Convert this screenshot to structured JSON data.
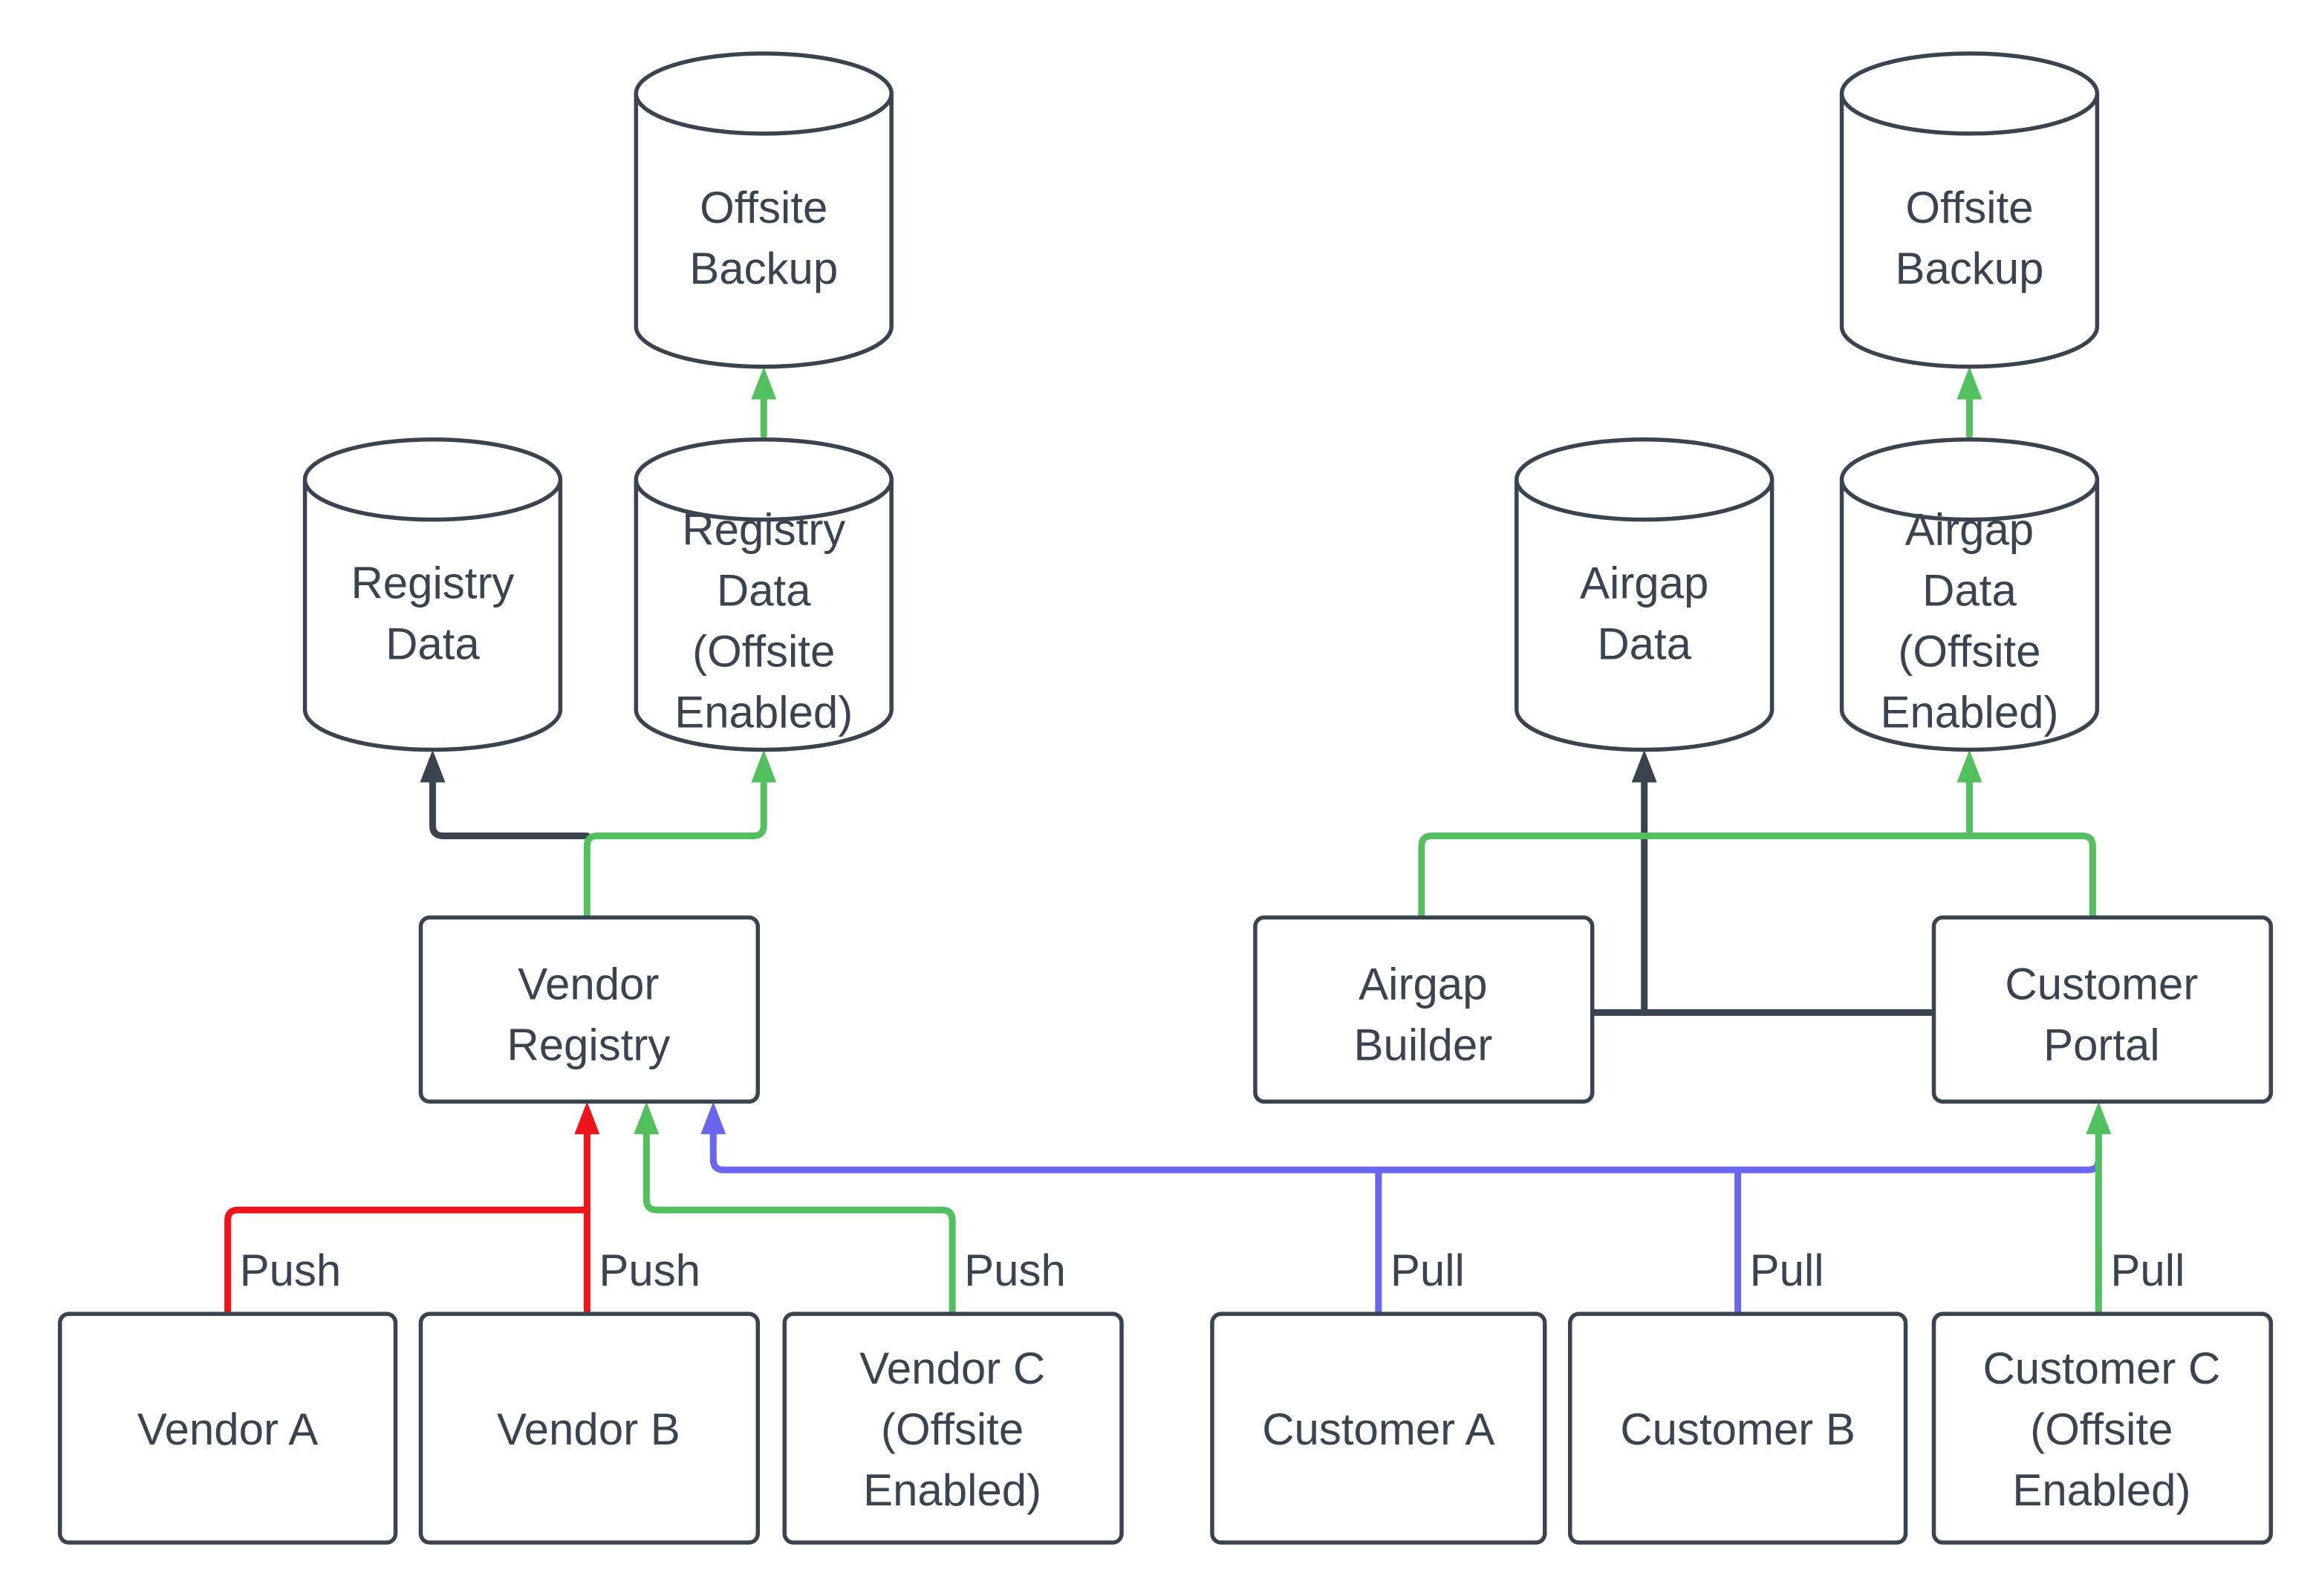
{
  "colors": {
    "dark": "#3A4450",
    "green": "#53C05F",
    "red": "#EE1419",
    "blue": "#6966F0",
    "bg": "#FFFFFF"
  },
  "nodes": {
    "offsite_backup_left": {
      "shape": "cylinder",
      "lines": [
        "Offsite",
        "Backup"
      ]
    },
    "registry_data": {
      "shape": "cylinder",
      "lines": [
        "Registry",
        "Data"
      ]
    },
    "registry_data_offsite": {
      "shape": "cylinder",
      "lines": [
        "Registry",
        "Data",
        "(Offsite",
        "Enabled)"
      ]
    },
    "airgap_data": {
      "shape": "cylinder",
      "lines": [
        "Airgap",
        "Data"
      ]
    },
    "airgap_data_offsite": {
      "shape": "cylinder",
      "lines": [
        "Airgap",
        "Data",
        "(Offsite",
        "Enabled)"
      ]
    },
    "offsite_backup_right": {
      "shape": "cylinder",
      "lines": [
        "Offsite",
        "Backup"
      ]
    },
    "vendor_registry": {
      "shape": "box",
      "lines": [
        "Vendor",
        "Registry"
      ]
    },
    "airgap_builder": {
      "shape": "box",
      "lines": [
        "Airgap",
        "Builder"
      ]
    },
    "customer_portal": {
      "shape": "box",
      "lines": [
        "Customer",
        "Portal"
      ]
    },
    "vendor_a": {
      "shape": "box",
      "lines": [
        "Vendor A"
      ]
    },
    "vendor_b": {
      "shape": "box",
      "lines": [
        "Vendor B"
      ]
    },
    "vendor_c": {
      "shape": "box",
      "lines": [
        "Vendor C",
        "(Offsite",
        "Enabled)"
      ]
    },
    "customer_a": {
      "shape": "box",
      "lines": [
        "Customer A"
      ]
    },
    "customer_b": {
      "shape": "box",
      "lines": [
        "Customer B"
      ]
    },
    "customer_c": {
      "shape": "box",
      "lines": [
        "Customer C",
        "(Offsite",
        "Enabled)"
      ]
    }
  },
  "edge_labels": {
    "push_a": "Push",
    "push_b": "Push",
    "push_c": "Push",
    "pull_a": "Pull",
    "pull_b": "Pull",
    "pull_c": "Pull"
  }
}
